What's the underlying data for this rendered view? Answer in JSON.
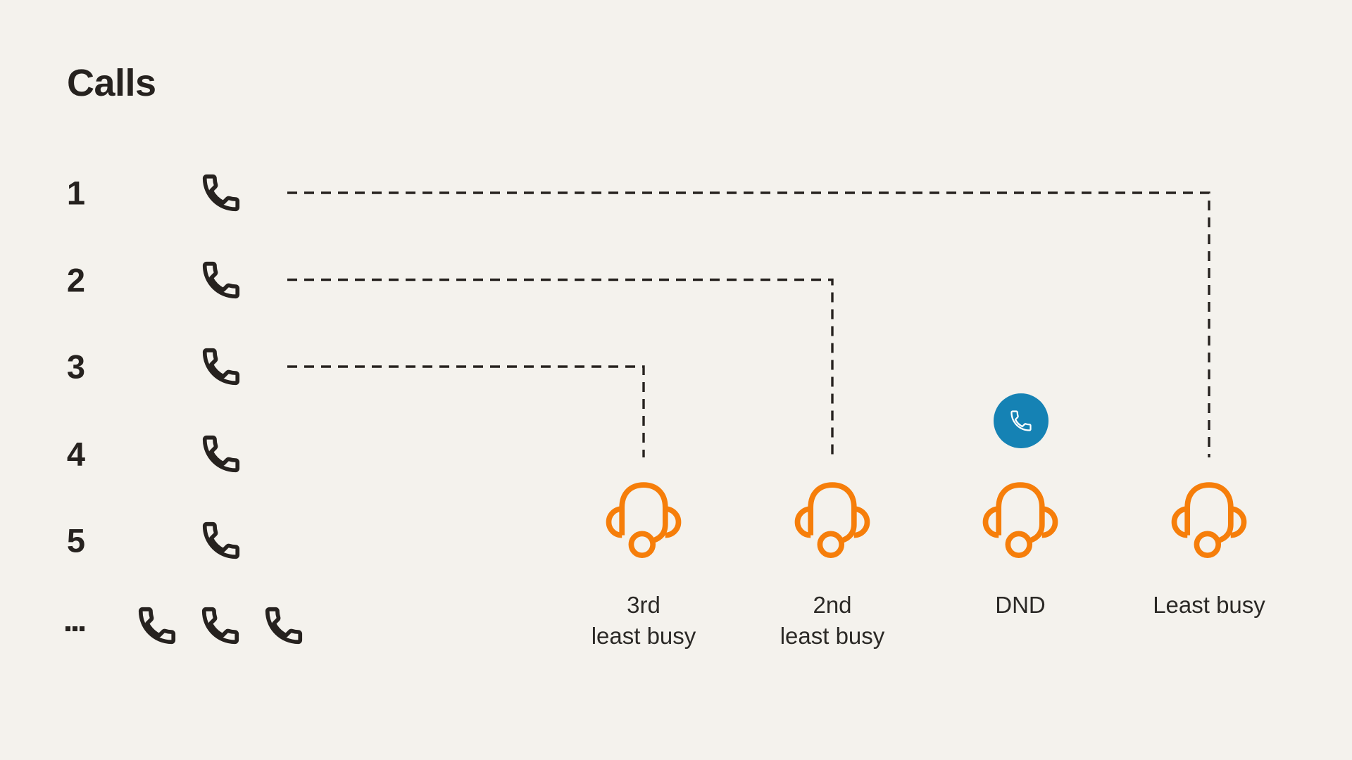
{
  "title": "Calls",
  "queue": {
    "call_numbers": [
      "1",
      "2",
      "3",
      "4",
      "5"
    ],
    "overflow_label": "...",
    "overflow_phone_count": 3,
    "phone_icon": "phone-icon"
  },
  "agents": [
    {
      "id": "3rd-least-busy",
      "icon": "headset-icon",
      "label_lines": [
        "3rd",
        "least busy"
      ]
    },
    {
      "id": "2nd-least-busy",
      "icon": "headset-icon",
      "label_lines": [
        "2nd",
        "least busy"
      ]
    },
    {
      "id": "dnd",
      "icon": "headset-icon",
      "label_lines": [
        "DND"
      ],
      "active_call_badge": {
        "icon": "phone-icon"
      }
    },
    {
      "id": "least-busy",
      "icon": "headset-icon",
      "label_lines": [
        "Least busy"
      ]
    }
  ],
  "connections": [
    {
      "call": "1",
      "agent": "least-busy"
    },
    {
      "call": "2",
      "agent": "2nd-least-busy"
    },
    {
      "call": "3",
      "agent": "3rd-least-busy"
    }
  ],
  "colors": {
    "background": "#F4F2ED",
    "ink": "#26221F",
    "label_text": "#2B2926",
    "accent_orange": "#F67E0A",
    "badge_blue": "#1582B4",
    "badge_glyph": "#FFFFFF"
  }
}
